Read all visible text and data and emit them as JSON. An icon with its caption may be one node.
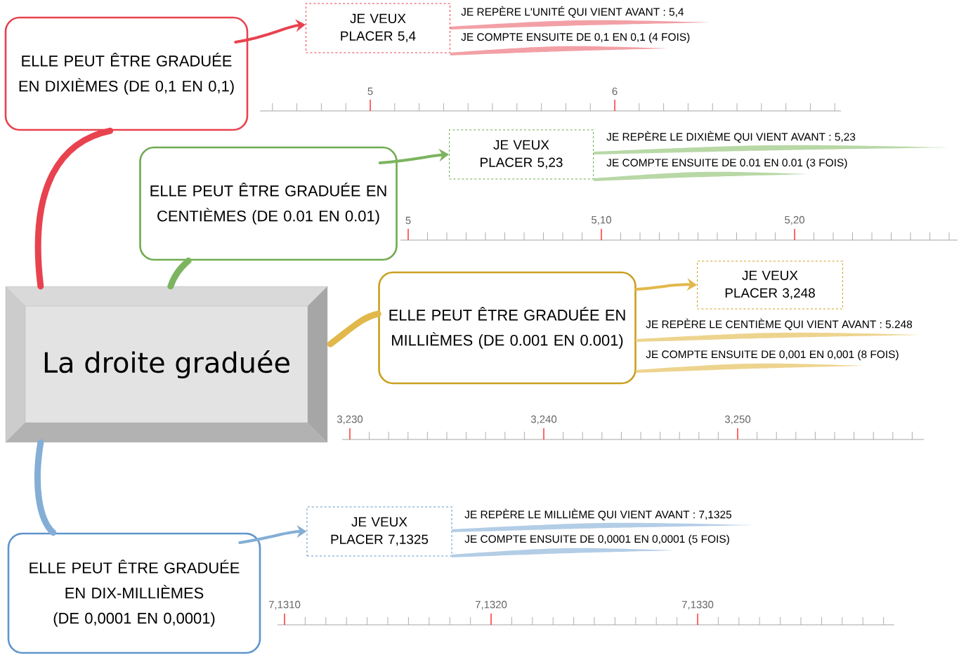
{
  "diagram": {
    "nodes": [
      {
        "text": [
          "La droite graduée"
        ]
      },
      {
        "text": [
          "ELLE PEUT ÊTRE GRADUÉE EN DIXIÈMES (DE 0,1 EN 0,1)"
        ]
      },
      {
        "text": [
          "JE VEUX PLACER 5,4"
        ],
        "beside": [
          "JE REPÈRE L'UNITÉ QUI VIENT AVANT : 5,4",
          "JE COMPTE ENSUITE DE 0,1 EN 0,1 (4 FOIS)"
        ]
      },
      {
        "text": [
          "ELLE PEUT ÊTRE GRADUÉE EN CENTIÈMES (DE 0.01 EN 0.01)"
        ]
      },
      {
        "text": [
          "JE VEUX PLACER 5,23"
        ],
        "beside": [
          "JE REPÈRE LE DIXIÈME QUI VIENT AVANT : 5,23",
          "JE COMPTE ENSUITE DE 0.01 EN 0.01 (3 FOIS)"
        ]
      },
      {
        "text": [
          "ELLE PEUT ÊTRE GRADUÉE EN MILLIÈMES (DE 0.001 EN 0.001)"
        ],
        "beside": [
          "JE REPÈRE LE CENTIÈME QUI VIENT AVANT : 5.248",
          "JE COMPTE ENSUITE DE 0,001 EN 0,001 (8 FOIS)"
        ]
      },
      {
        "text": [
          "JE VEUX PLACER 3,248"
        ]
      },
      {
        "text": [
          "ELLE PEUT ÊTRE GRADUÉE EN DIX-MILLIÈMES (DE 0,0001 EN 0,0001)"
        ]
      },
      {
        "text": [
          "JE VEUX PLACER 7,1325"
        ],
        "beside": [
          "JE REPÈRE LE MILLIÈME QUI VIENT AVANT : 7,1325",
          "JE COMPTE ENSUITE DE 0,0001 EN 0,0001 (5 FOIS)"
        ]
      }
    ],
    "edges": [
      {
        "from": 0,
        "to": 1,
        "arrow": "none",
        "style": "thick",
        "color": "#e8424f"
      },
      {
        "from": 0,
        "to": 3,
        "arrow": "none",
        "style": "thick",
        "color": "#7cb460"
      },
      {
        "from": 0,
        "to": 5,
        "arrow": "none",
        "style": "thick",
        "color": "#e2b84a"
      },
      {
        "from": 0,
        "to": 7,
        "arrow": "none",
        "style": "thick",
        "color": "#84aed6"
      },
      {
        "from": 1,
        "to": 2,
        "arrow": "to",
        "color": "#e8424f"
      },
      {
        "from": 3,
        "to": 4,
        "arrow": "to",
        "color": "#7cb460"
      },
      {
        "from": 5,
        "to": 6,
        "arrow": "to",
        "color": "#e2b84a"
      },
      {
        "from": 7,
        "to": 8,
        "arrow": "to",
        "color": "#84aed6"
      }
    ],
    "labels": [
      "5",
      "6",
      "5",
      "5,10",
      "5,20",
      "3,230",
      "3,240",
      "3,250",
      "7,1310",
      "7,1320",
      "7,1330"
    ]
  }
}
